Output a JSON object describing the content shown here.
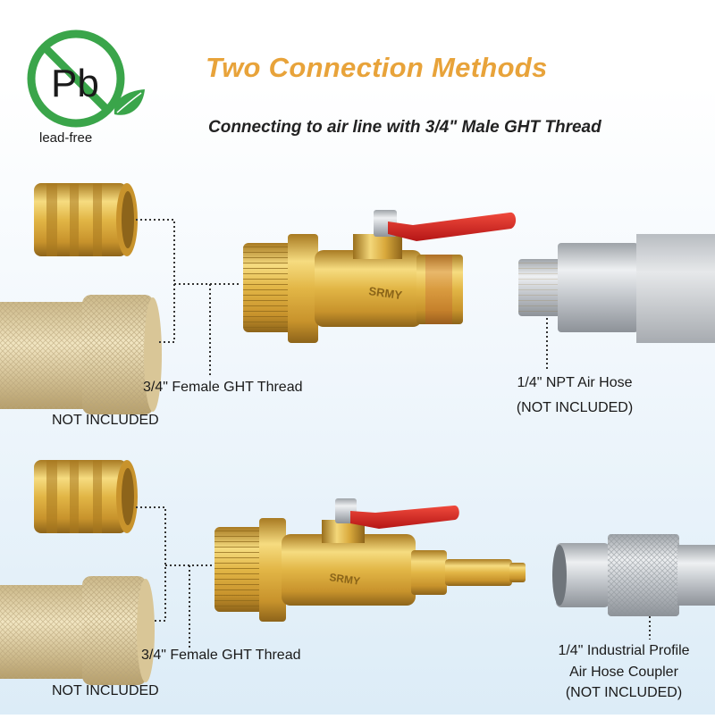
{
  "logo": {
    "symbol": "Pb",
    "caption": "lead-free",
    "colors": {
      "ring": "#3aa54a",
      "leaf": "#3aa54a",
      "text": "#1a1a1a"
    }
  },
  "heading": {
    "title": "Two Connection Methods",
    "subtitle": "Connecting to air line with 3/4\" Male GHT Thread"
  },
  "top_section": {
    "female_label": "3/4\" Female GHT Thread",
    "not_included": "NOT INCLUDED",
    "hose_label_1": "1/4\" NPT Air Hose",
    "hose_label_2": "(NOT INCLUDED)",
    "valve_marking": "SRMY"
  },
  "bottom_section": {
    "female_label": "3/4\" Female GHT Thread",
    "not_included": "NOT INCLUDED",
    "coupler_label_1": "1/4\" Industrial Profile",
    "coupler_label_2": "Air Hose Coupler",
    "coupler_label_3": "(NOT INCLUDED)",
    "valve_marking": "SRMY"
  },
  "colors": {
    "title": "#e8a33a",
    "brass": "#d8a93c",
    "brass_light": "#f3d77a",
    "brass_dark": "#9a6f1c",
    "handle": "#d92323",
    "steel": "#c9ccd0",
    "background_fade": "#dcecf7"
  }
}
